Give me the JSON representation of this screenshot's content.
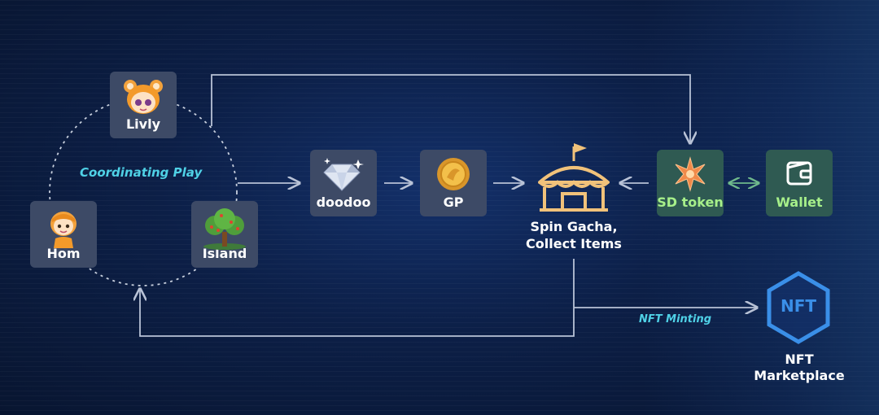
{
  "nodes": {
    "livly": "Livly",
    "hom": "Hom",
    "island": "Island",
    "doodoo": "doodoo",
    "gp": "GP",
    "sd_token": "SD token",
    "wallet": "Wallet",
    "gacha_line1": "Spin Gacha,",
    "gacha_line2": "Collect Items",
    "nft_badge": "NFT",
    "nft_market_line1": "NFT",
    "nft_market_line2": "Marketplace"
  },
  "labels": {
    "coordinating_play": "Coordinating Play",
    "nft_minting": "NFT Minting"
  },
  "colors": {
    "accent_cyan": "#4fd1e6",
    "accent_green": "#a7f08a",
    "card": "#3d4a66",
    "nft_blue": "#3a8fe8"
  }
}
